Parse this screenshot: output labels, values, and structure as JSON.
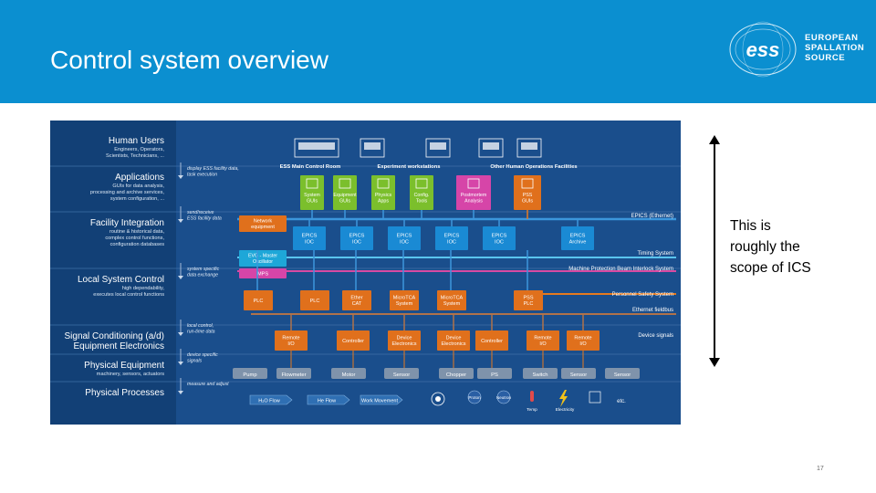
{
  "slide": {
    "title": "Control system overview",
    "side_note": [
      "This is",
      "roughly the",
      "scope of ICS"
    ],
    "page_number": "17"
  },
  "logo": {
    "lines": [
      "EUROPEAN",
      "SPALLATION",
      "SOURCE"
    ],
    "mark": "ess"
  },
  "colors": {
    "header": "#0b8fd0",
    "diagram_bg": "#1a4e8c",
    "label_col": "#124076",
    "box_green": "#7bbf2c",
    "box_blue": "#1a8ad4",
    "box_orange": "#e0701c",
    "box_pink": "#d645a8",
    "box_cyan": "#1ea7d8",
    "bus_blue": "#3c96dc",
    "bus_green": "#8cc63f",
    "bus_orange": "#e67a1e",
    "bus_pink": "#d84aa2",
    "bus_cyan": "#5ac4ee",
    "bus_brown": "#b0724a",
    "grey": "#7f93ab"
  },
  "layers": [
    {
      "title": "Human Users",
      "desc": [
        "Engineers, Operators,",
        "Scientists, Technicians, ..."
      ]
    },
    {
      "title": "Applications",
      "desc": [
        "GUIs for data analysis,",
        "processing and archive services,",
        "system configuration, ..."
      ]
    },
    {
      "title": "Facility Integration",
      "desc": [
        "routine & historical data,",
        "complex control functions,",
        "configuration databases"
      ]
    },
    {
      "title": "Local System Control",
      "desc": [
        "high dependability,",
        "executes local control functions"
      ]
    },
    {
      "title": "Signal Conditioning (a/d)",
      "title2": "Equipment Electronics",
      "desc": []
    },
    {
      "title": "Physical Equipment",
      "desc": [
        "machinery, sensors, actuators"
      ]
    },
    {
      "title": "Physical Processes",
      "desc": []
    }
  ],
  "arrow_notes": [
    [
      "display ESS facility data,",
      "task execution"
    ],
    [
      "send/receive",
      "ESS facility data"
    ],
    [
      "system specific",
      "data exchange"
    ],
    [
      "local control,",
      "run-time data"
    ],
    [
      "device specific",
      "signals"
    ],
    [
      "measure and adjust"
    ]
  ],
  "rooms": [
    "ESS Main Control Room",
    "Experiment workstations",
    "Other Human Operations Facilities"
  ],
  "apps": [
    [
      "System",
      "GUIs"
    ],
    [
      "Equipment",
      "GUIs"
    ],
    [
      "Physics",
      "Apps"
    ],
    [
      "Config.",
      "Tools"
    ],
    [
      "Postmortem",
      "Analysis"
    ],
    [
      "PSS",
      "GUIs"
    ]
  ],
  "network_box": [
    "Network",
    "equipment"
  ],
  "iocs": [
    [
      "EPICS",
      "IOC"
    ],
    [
      "EPICS",
      "IOC"
    ],
    [
      "EPICS",
      "IOC"
    ],
    [
      "EPICS",
      "IOC"
    ],
    [
      "EPICS",
      "IOC"
    ],
    [
      "EPICS",
      "Archive"
    ]
  ],
  "evg_box": [
    "EVG - Master",
    "Oscillator"
  ],
  "mps_box": "MPS",
  "control_boxes": [
    [
      "PLC"
    ],
    [
      "PLC"
    ],
    [
      "Ether",
      "CAT"
    ],
    [
      "MicroTCA",
      "System"
    ],
    [
      "MicroTCA",
      "System"
    ],
    [
      "PSS",
      "PLC"
    ]
  ],
  "buses": {
    "epics": "EPICS (Ethernet)",
    "timing": "Timing System",
    "mps": "Machine Protection Beam Interlock System",
    "pss": "Personnel Safety System",
    "fieldbus": "Ethernet fieldbus",
    "device": "Device signals"
  },
  "electronics": [
    [
      "Remote",
      "I/O"
    ],
    [
      "Controller"
    ],
    [
      "Device",
      "Electronics"
    ],
    [
      "Device",
      "Electronics"
    ],
    [
      "Controller"
    ],
    [
      "Remote",
      "I/O"
    ],
    [
      "Remote",
      "I/O"
    ]
  ],
  "equipment": [
    "Pump",
    "Flowmeter",
    "Motor",
    "Sensor",
    "Chopper",
    "PS",
    "Switch",
    "Sensor",
    "Sensor"
  ],
  "processes": {
    "flows": [
      "H₂O Flow",
      "He Flow",
      "Work Movement"
    ],
    "particles": [
      "Proton",
      "Neutron"
    ],
    "icons": [
      "Temp",
      "Electricity"
    ],
    "etc": "etc."
  }
}
